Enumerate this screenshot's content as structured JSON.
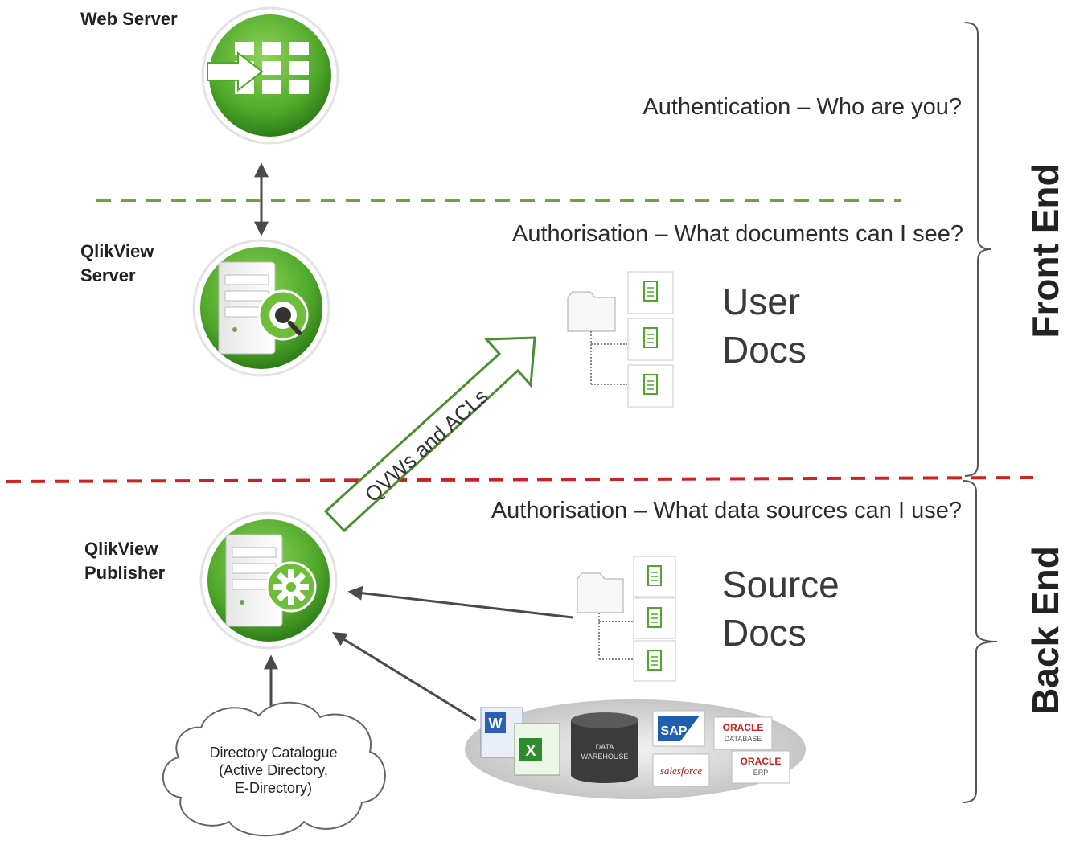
{
  "labels": {
    "web_server": "Web Server",
    "qlikview_server": [
      "QlikView",
      "Server"
    ],
    "qlikview_publisher": [
      "QlikView",
      "Publisher"
    ]
  },
  "questions": {
    "authentication": "Authentication  – Who are you?",
    "authorisation_docs": "Authorisation  – What documents  can I see?",
    "authorisation_data": "Authorisation  – What data sources can I use?"
  },
  "groups": {
    "user_docs": [
      "User",
      "Docs"
    ],
    "source_docs": [
      "Source",
      "Docs"
    ]
  },
  "sections": {
    "front_end": "Front End",
    "back_end": "Back End"
  },
  "arrow_label": "QVWs and ACLs",
  "directory": [
    "Directory Catalogue",
    "(Active Directory,",
    "E-Directory)"
  ],
  "data_sources": {
    "warehouse": [
      "DATA",
      "WAREHOUSE"
    ],
    "sap": "SAP",
    "oracle_db": [
      "ORACLE",
      "DATABASE"
    ],
    "salesforce": "salesforce",
    "oracle_erp": [
      "ORACLE",
      "ERP"
    ]
  },
  "colors": {
    "green": "#5aa832",
    "green_dark": "#3f8a22",
    "green_dash": "#66a83a",
    "red_dash": "#cc2222",
    "arrow": "#4a4a4a"
  }
}
